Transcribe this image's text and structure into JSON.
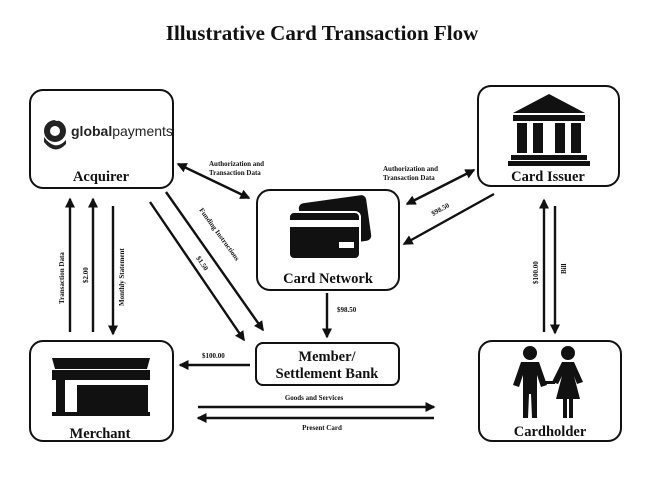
{
  "title": "Illustrative Card Transaction Flow",
  "nodes": {
    "acquirer": {
      "label": "Acquirer",
      "logo_bold": "global",
      "logo_regular": "payments"
    },
    "card_network": {
      "label": "Card Network"
    },
    "card_issuer": {
      "label": "Card Issuer"
    },
    "member_bank": {
      "label_line1": "Member/",
      "label_line2": "Settlement Bank"
    },
    "merchant": {
      "label": "Merchant"
    },
    "cardholder": {
      "label": "Cardholder"
    }
  },
  "flows": {
    "acq_network_line1": "Authorization and",
    "acq_network_line2": "Transaction Data",
    "issuer_network_line1": "Authorization and",
    "issuer_network_line2": "Transaction Data",
    "issuer_to_network_amount": "$98.50",
    "network_to_bank_amount": "$98.50",
    "funding_instructions": "Funding Instructions",
    "acq_to_bank_amount": "$1.50",
    "bank_to_merchant_amount": "$100.00",
    "transaction_data": "Transaction Data",
    "acq_fee": "$2.00",
    "monthly_statement": "Monthly Statement",
    "cardholder_to_issuer_amount": "$100.00",
    "bill": "Bill",
    "goods_services": "Goods and Services",
    "present_card": "Present Card"
  },
  "colors": {
    "stroke": "#111111",
    "background": "#ffffff"
  },
  "icons": {
    "acquirer": "globalpayments-logo",
    "card_network": "credit-cards-icon",
    "card_issuer": "bank-building-icon",
    "merchant": "storefront-icon",
    "cardholder": "people-couple-icon"
  }
}
